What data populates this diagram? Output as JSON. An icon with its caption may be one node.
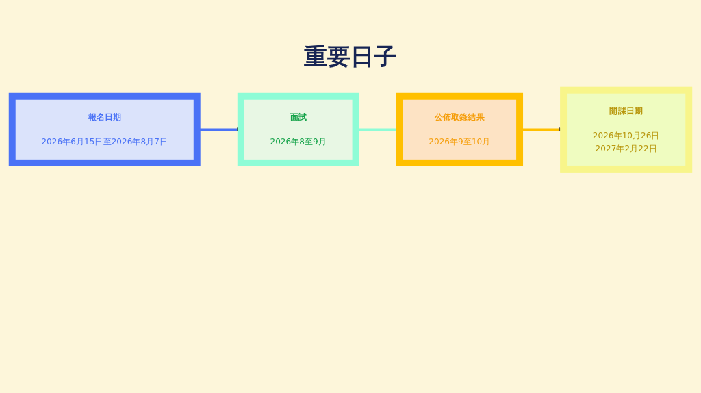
{
  "diagram": {
    "title": "重要日子",
    "nodes": [
      {
        "text": [
          "報名日期",
          "2026年6月15日至2026年8月7日"
        ]
      },
      {
        "text": [
          "面試",
          "2026年8至9月"
        ]
      },
      {
        "text": [
          "公佈取錄結果",
          "2026年9至10月"
        ]
      },
      {
        "text": [
          "開課日期",
          "2026年10月26日",
          "2027年2月22日"
        ]
      }
    ],
    "edges": [
      {
        "from": 0,
        "to": 1,
        "arrow": "to",
        "color": "#4a72f6"
      },
      {
        "from": 1,
        "to": 2,
        "arrow": "to",
        "color": "#8efcd6"
      },
      {
        "from": 2,
        "to": 3,
        "arrow": "to",
        "color": "#ffc000"
      }
    ]
  }
}
